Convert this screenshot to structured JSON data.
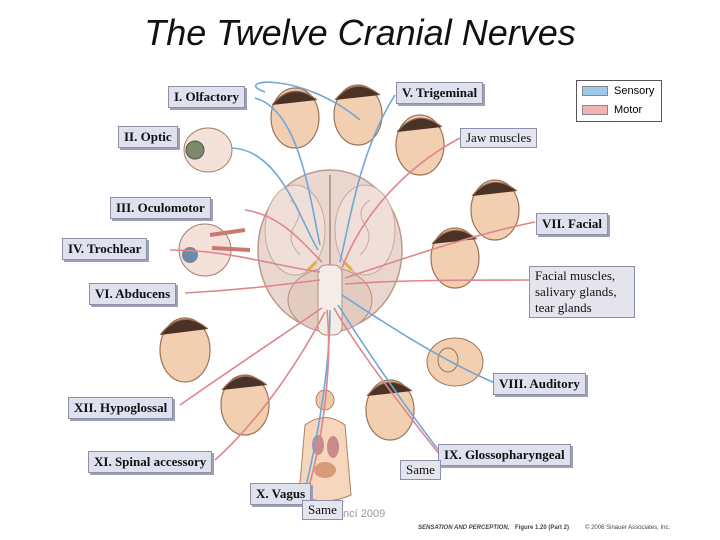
{
  "title": "The Twelve Cranial Nerves",
  "legend": {
    "items": [
      {
        "label": "Sensory",
        "color": "#9ec9e8"
      },
      {
        "label": "Motor",
        "color": "#f1b3b6"
      }
    ]
  },
  "nerves": {
    "olfactory": "I. Olfactory",
    "optic": "II. Optic",
    "oculomotor": "III. Oculomotor",
    "trochlear": "IV. Trochlear",
    "trigeminal": "V. Trigeminal",
    "abducens": "VI. Abducens",
    "facial": "VII. Facial",
    "auditory": "VIII. Auditory",
    "glossopharyngeal": "IX. Glossopharyngeal",
    "vagus": "X. Vagus",
    "spinal_accessory": "XI. Spinal accessory",
    "hypoglossal": "XII. Hypoglossal"
  },
  "targets": {
    "jaw": "Jaw muscles",
    "facial_glands": "Facial muscles, salivary glands, tear glands",
    "same_ix": "Same",
    "same_x": "Same"
  },
  "footer": {
    "watermark": "ncí 2009",
    "credit_book": "SENSATION AND PERCEPTION,",
    "credit_figure": "Figure 1.20 (Part 2)",
    "credit_copy": "© 2006 Sinauer Associates, Inc."
  },
  "colors": {
    "sensory": "#6fa8d6",
    "motor": "#e0858b"
  }
}
